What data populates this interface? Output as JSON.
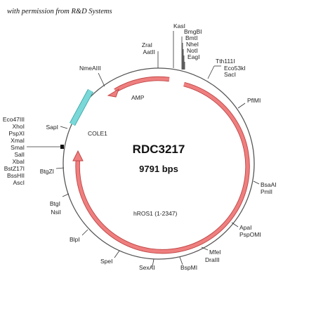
{
  "header": {
    "permission": "with permission from R&D Systems"
  },
  "plasmid": {
    "name": "RDC3217",
    "size": "9791 bps"
  },
  "colors": {
    "insert": "#e87575",
    "amp": "#e87575",
    "ori": "#77d7d7",
    "backbone": "#555555"
  },
  "features": [
    {
      "id": "hROS1",
      "label": "hROS1 (1-2347)",
      "type": "arrow",
      "direction": "reverse",
      "color": "#e87575"
    },
    {
      "id": "AMP",
      "label": "AMP",
      "type": "arrow",
      "direction": "reverse",
      "color": "#e87575"
    },
    {
      "id": "COLE1",
      "label": "COLE1",
      "type": "box",
      "color": "#77d7d7"
    }
  ],
  "sites": {
    "top": [
      "KasI",
      "BmgBI",
      "BmtI",
      "NheI",
      "NotI",
      "EagI"
    ],
    "zral_aatii": [
      "ZraI",
      "AatII"
    ],
    "tth": [
      "Tth111I",
      "Eco53kI",
      "SacI"
    ],
    "right": [
      "PflMI",
      "BsaAI",
      "PmlI",
      "ApaI",
      "PspOMI",
      "MfeI",
      "DraIII",
      "BspMI"
    ],
    "bottom": [
      "SexAI",
      "SpeI",
      "BlpI",
      "BtgI",
      "NsiI",
      "BtgZI"
    ],
    "left": [
      "NmeAIII",
      "SapI"
    ],
    "mcs": [
      "Eco47III",
      "XhoI",
      "PspXI",
      "XmaI",
      "SmaI",
      "SalI",
      "XbaI",
      "BstZ17I",
      "BssHII",
      "AscI"
    ]
  }
}
